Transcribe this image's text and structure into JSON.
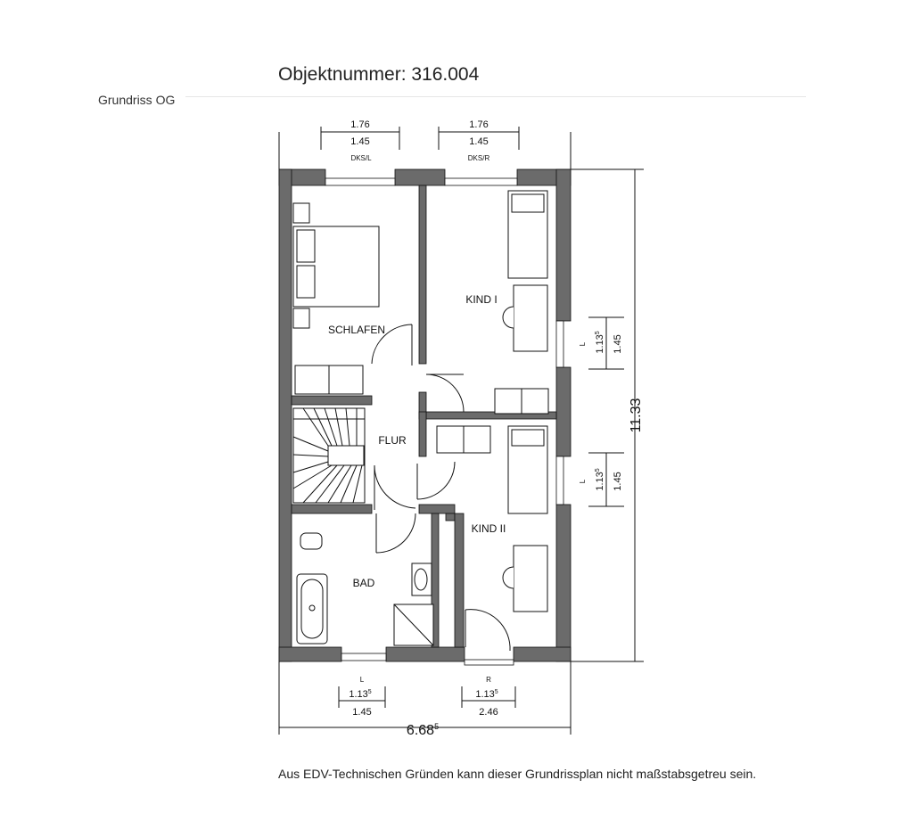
{
  "header": {
    "object_number": "Objektnummer: 316.004",
    "plan_title": "Grundriss OG"
  },
  "rooms": {
    "schlafen": "SCHLAFEN",
    "kind1": "KIND I",
    "flur": "FLUR",
    "kind2": "KIND II",
    "bad": "BAD"
  },
  "dimensions": {
    "top_left_outer": "1.76",
    "top_left_inner": "1.45",
    "top_left_tag": "DKS/L",
    "top_right_outer": "1.76",
    "top_right_inner": "1.45",
    "top_right_tag": "DKS/R",
    "right_w1_a": "1.13",
    "right_w1_sup": "5",
    "right_w1_b": "1.45",
    "right_w1_tag": "L",
    "right_w2_a": "1.13",
    "right_w2_sup": "5",
    "right_w2_b": "1.45",
    "right_w2_tag": "L",
    "total_height": "11.33",
    "bottom_left_tag": "L",
    "bottom_left_a": "1.13",
    "bottom_left_sup": "5",
    "bottom_left_b": "1.45",
    "bottom_right_tag": "R",
    "bottom_right_a": "1.13",
    "bottom_right_sup": "5",
    "bottom_right_b": "2.46",
    "total_width": "6.68",
    "total_width_sup": "5"
  },
  "footer": {
    "note": "Aus EDV-Technischen Gründen kann dieser Grundrissplan nicht maßstabsgetreu sein."
  },
  "colors": {
    "wall": "#6b6b6b",
    "line": "#111111"
  }
}
